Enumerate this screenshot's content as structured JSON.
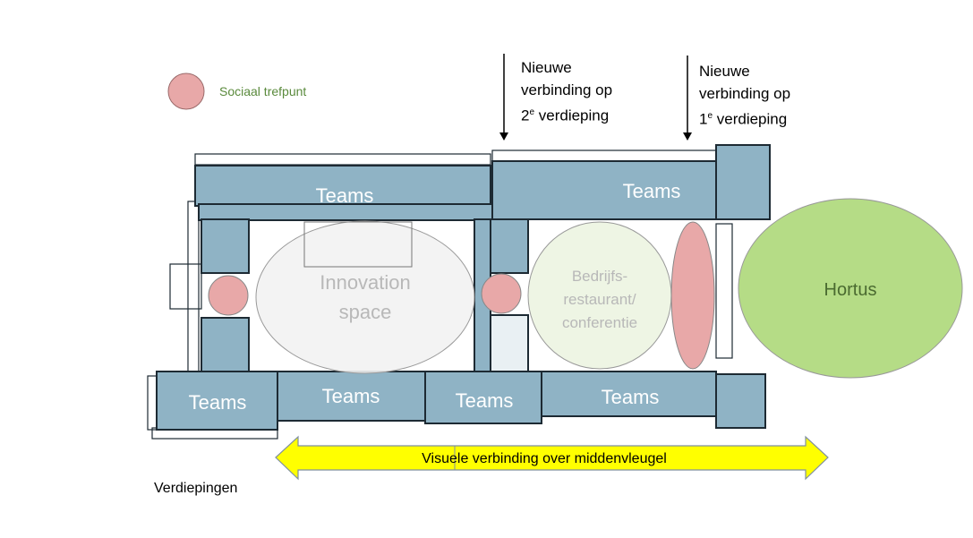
{
  "legend": {
    "label": "Sociaal trefpunt"
  },
  "annotations": {
    "connection_floor2": [
      "Nieuwe",
      "verbinding op",
      "2",
      "e",
      " verdieping"
    ],
    "connection_floor1": [
      "Nieuwe",
      "verbinding op",
      "1",
      "e",
      " verdieping"
    ]
  },
  "zones": {
    "teams": [
      "Teams",
      "Teams",
      "Teams",
      "Teams",
      "Teams",
      "Teams"
    ],
    "innovation": [
      "Innovation",
      "space"
    ],
    "restaurant": [
      "Bedrijfs-",
      "restaurant/",
      "conferentie"
    ],
    "hortus": "Hortus"
  },
  "arrow": {
    "label": "Visuele verbinding over middenvleugel"
  },
  "footer": {
    "label": "Verdiepingen"
  },
  "colors": {
    "team": "#8fb3c5",
    "social": "#e8a8a8",
    "hortus": "#b5dc86",
    "legend_text": "#5a8a3c",
    "arrow": "#ffff00"
  }
}
